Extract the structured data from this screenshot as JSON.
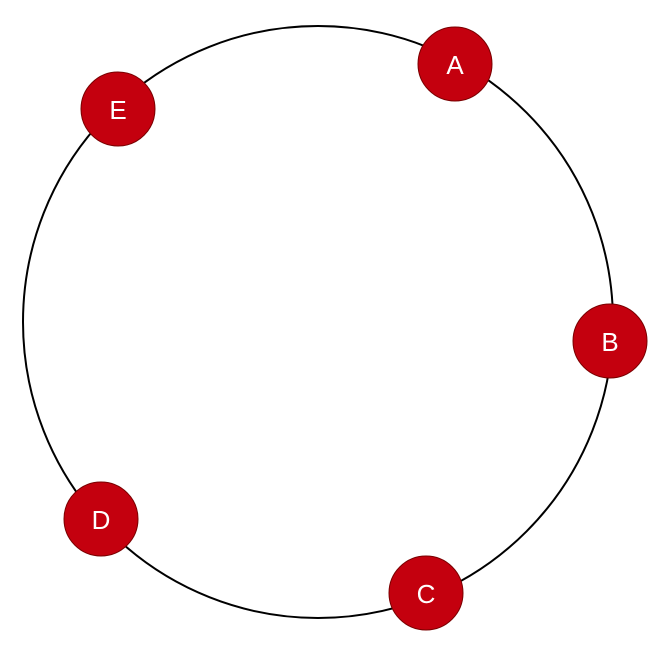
{
  "colors": {
    "ring_stroke": "#000000",
    "node_fill": "#c4000e",
    "node_text": "#ffffff",
    "background": "#ffffff"
  },
  "nodes": [
    {
      "id": "A",
      "label": "A"
    },
    {
      "id": "B",
      "label": "B"
    },
    {
      "id": "C",
      "label": "C"
    },
    {
      "id": "D",
      "label": "D"
    },
    {
      "id": "E",
      "label": "E"
    }
  ]
}
